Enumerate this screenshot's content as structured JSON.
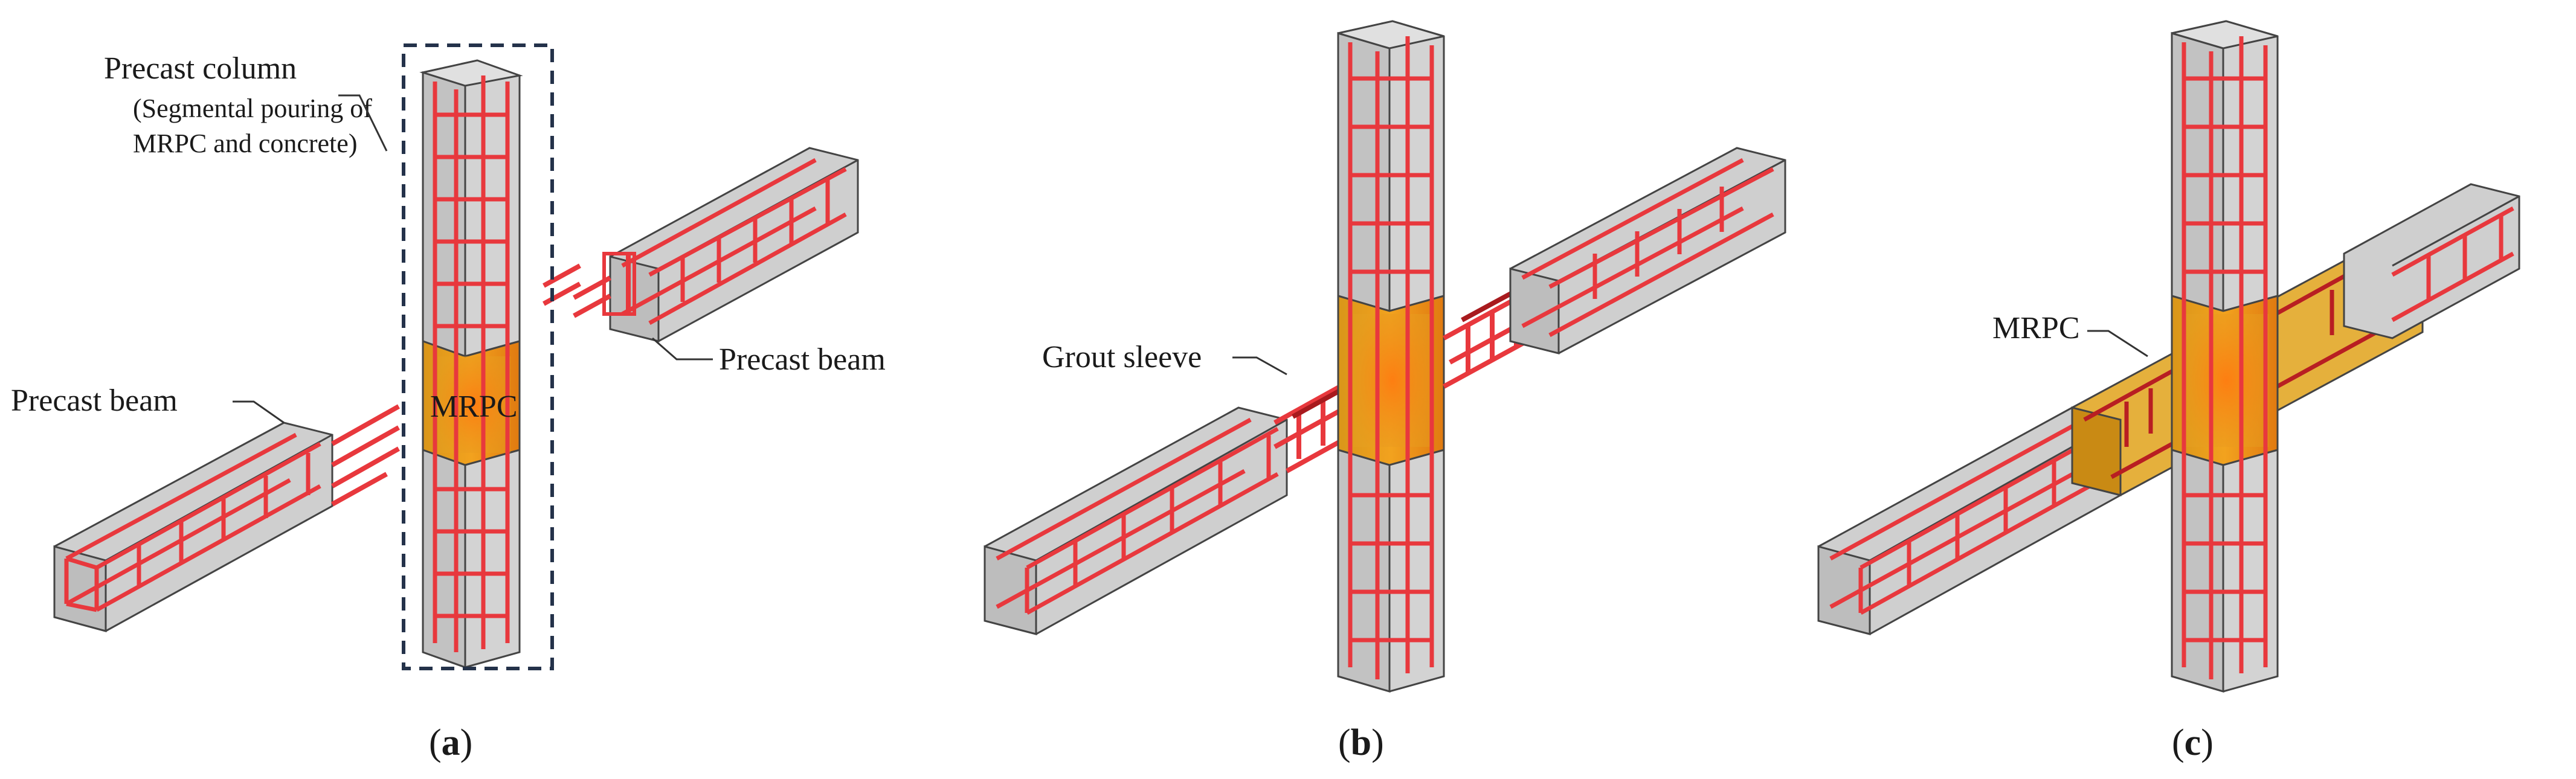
{
  "panels": [
    {
      "id": "a",
      "caption": {
        "open": "(",
        "letter": "a",
        "close": ")"
      },
      "labels": {
        "column_line1": "Precast column",
        "column_line2": "(Segmental pouring of",
        "column_line3": "MRPC and concrete)",
        "beam_left": "Precast beam",
        "beam_right": "Precast beam",
        "core": "MRPC"
      }
    },
    {
      "id": "b",
      "caption": {
        "open": "(",
        "letter": "b",
        "close": ")"
      },
      "labels": {
        "sleeve": "Grout sleeve"
      }
    },
    {
      "id": "c",
      "caption": {
        "open": "(",
        "letter": "c",
        "close": ")"
      },
      "labels": {
        "mrpc": "MRPC"
      }
    }
  ],
  "colors": {
    "concrete_fill": "#d3d3d3",
    "concrete_edge": "#4a4a4a",
    "rebar": "#e8383d",
    "rebar_dark": "#b81e22",
    "mrpc_fill": "#e0a21a",
    "mrpc_core": "#f07a10",
    "dash_box": "#24324a"
  }
}
